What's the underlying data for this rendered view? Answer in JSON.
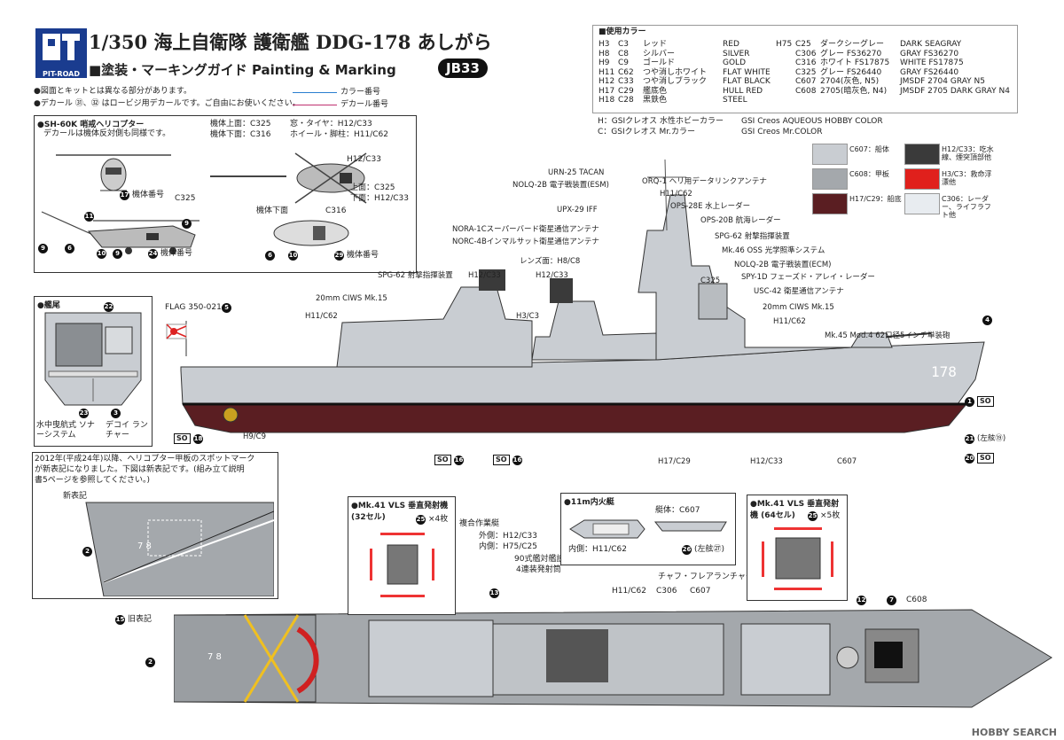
{
  "logo": {
    "brand": "PIT-ROAD"
  },
  "header": {
    "title": "1/350 海上自衛隊 護衛艦 DDG-178 あしがら",
    "subtitle": "■塗装・マーキングガイド Painting & Marking",
    "code": "JB33"
  },
  "notes": {
    "line1": "●図面とキットとは異なる部分があります。",
    "line2": "●デカール ㉛、㉜ はロービジ用デカールです。ご自由にお使いください。",
    "legend_color": "カラー番号",
    "legend_decal": "デカール番号"
  },
  "colors": {
    "heading": "■使用カラー",
    "left": [
      {
        "h": "H3",
        "c": "C3",
        "jp": "レッド",
        "en": "RED"
      },
      {
        "h": "H8",
        "c": "C8",
        "jp": "シルバー",
        "en": "SILVER"
      },
      {
        "h": "H9",
        "c": "C9",
        "jp": "ゴールド",
        "en": "GOLD"
      },
      {
        "h": "H11",
        "c": "C62",
        "jp": "つや消しホワイト",
        "en": "FLAT WHITE"
      },
      {
        "h": "H12",
        "c": "C33",
        "jp": "つや消しブラック",
        "en": "FLAT BLACK"
      },
      {
        "h": "H17",
        "c": "C29",
        "jp": "艦底色",
        "en": "HULL RED"
      },
      {
        "h": "H18",
        "c": "C28",
        "jp": "黒鉄色",
        "en": "STEEL"
      }
    ],
    "right": [
      {
        "h": "H75",
        "c": "C25",
        "jp": "ダークシーグレー",
        "en": "DARK SEAGRAY"
      },
      {
        "h": "",
        "c": "C306",
        "jp": "グレー FS36270",
        "en": "GRAY FS36270"
      },
      {
        "h": "",
        "c": "C316",
        "jp": "ホワイト FS17875",
        "en": "WHITE FS17875"
      },
      {
        "h": "",
        "c": "C325",
        "jp": "グレー FS26440",
        "en": "GRAY FS26440"
      },
      {
        "h": "",
        "c": "C607",
        "jp": "2704(灰色, N5)",
        "en": "JMSDF 2704 GRAY N5"
      },
      {
        "h": "",
        "c": "C608",
        "jp": "2705(暗灰色, N4)",
        "en": "JMSDF 2705 DARK GRAY N4"
      }
    ],
    "h_note_jp": "H：GSIクレオス 水性ホビーカラー",
    "h_note_en": "GSI Creos AQUEOUS HOBBY COLOR",
    "c_note_jp": "C：GSIクレオス Mr.カラー",
    "c_note_en": "GSI Creos Mr.COLOR"
  },
  "swatches": [
    {
      "label": "C607：船体",
      "color": "#c9cdd2"
    },
    {
      "label": "H12/C33：吃水線、煙突頂部他",
      "color": "#3a3a3a"
    },
    {
      "label": "C608：甲板",
      "color": "#a4a8ac"
    },
    {
      "label": "H3/C3：救命浮漂他",
      "color": "#e0201c"
    },
    {
      "label": "H17/C29：船底",
      "color": "#5a1e22"
    },
    {
      "label": "C306：レーダー、ライフラフト他",
      "color": "#e8ecf0"
    }
  ],
  "heli": {
    "heading": "●SH-60K 哨戒ヘリコプター",
    "sub": "デカールは機体反対側も同様です。",
    "top_spec1": "機体上面：C325",
    "top_spec2": "機体下面：C316",
    "window_spec": "窓・タイヤ：H12/C33",
    "wheel_spec": "ホイール・脚柱：H11/C62",
    "rotor": "H12/C33",
    "upper": "上面：C325",
    "lower": "下面：H12/C33",
    "c325": "C325",
    "belly": "機体下面",
    "c316": "C316",
    "kitai1": "機体番号",
    "kitai2": "機体番号",
    "kitai3": "機体番号"
  },
  "stern": {
    "heading": "●艦尾",
    "label_sonar": "水中曳航式 ソナーシステム",
    "label_decoy": "デコイ ランチャー"
  },
  "flag": "FLAG 350-021",
  "callouts": {
    "urn": "URN-25 TACAN",
    "nolq2b": "NOLQ-2B 電子戦装置(ESM)",
    "orq": "ORQ-1 ヘリ用データリンクアンテナ",
    "h11a": "H11/C62",
    "upx": "UPX-29 IFF",
    "ops28": "OPS-28E 水上レーダー",
    "nora": "NORA-1Cスーパーバード衛星通信アンテナ",
    "ops20": "OPS-20B 航海レーダー",
    "norc": "NORC-4Bインマルサット衛星通信アンテナ",
    "spg62a": "SPG-62 射撃指揮装置",
    "lens": "レンズ面：H8/C8",
    "mk46": "Mk.46 OSS 光学照準システム",
    "spg62b": "SPG-62 射撃指揮装置",
    "h12a": "H12/C33",
    "h12b": "H12/C33",
    "nolq_ecm": "NOLQ-2B 電子戦装置(ECM)",
    "c325": "C325",
    "spy": "SPY-1D フェーズド・アレイ・レーダー",
    "ciws1": "20mm CIWS Mk.15",
    "usc": "USC-42 衛星通信アンテナ",
    "h11b": "H11/C62",
    "h3": "H3/C3",
    "ciws2": "20mm CIWS Mk.15",
    "h11c": "H11/C62",
    "gun": "Mk.45 Mod.4 62口径5インチ単装砲",
    "h9": "H9/C9",
    "h17": "H17/C29",
    "h12c": "H12/C33",
    "c607": "C607",
    "hull_no": "178",
    "port": "(左舷⑲)"
  },
  "deck_note": {
    "line1": "2012年(平成24年)以降、ヘリコプター甲板のスポットマーク",
    "line2": "が新表記になりました。下図は新表記です。(組み立て説明",
    "line3": "書5ページを参照してください。)",
    "new": "新表記",
    "old": "旧表記",
    "deck_no": "7 8"
  },
  "vls32": {
    "heading": "●Mk.41 VLS 垂直発射機 (32セル)",
    "count": "×4枚"
  },
  "vls64": {
    "heading": "●Mk.41 VLS 垂直発射機 (64セル)",
    "count": "×5枚"
  },
  "boat": {
    "heading": "●11m内火艇",
    "hull": "艇体：C607",
    "inner": "内側：H11/C62",
    "port": "(左舷㉗)"
  },
  "deck_callouts": {
    "fukugo": "複合作業艇",
    "outer": "外側：H12/C33",
    "inner": "内側：H75/C25",
    "ssm1": "90式艦対艦誘導弾",
    "ssm2": "4連装発射筒",
    "h11": "H11/C62",
    "c306": "C306",
    "c607": "C607",
    "chaff": "チャフ・フレアランチャー",
    "c608": "C608"
  },
  "watermark": "HOBBY SEARCH"
}
